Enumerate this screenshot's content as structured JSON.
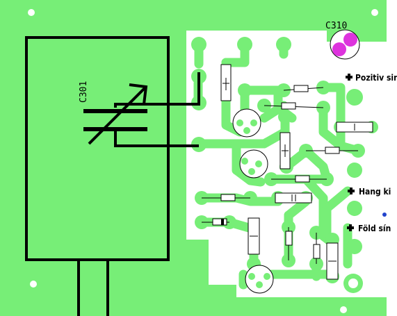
{
  "colors": {
    "copper": "#77ee77",
    "board": "#ffffff",
    "outline": "#000000",
    "highlight": "#dd33dd",
    "marker": "#2244cc"
  },
  "labels": {
    "capacitor_main": "C301",
    "capacitor_small": "C310",
    "pin_positive": "Pozitiv sin",
    "pin_audio": "Hang ki",
    "pin_ground": "Föld sín"
  }
}
